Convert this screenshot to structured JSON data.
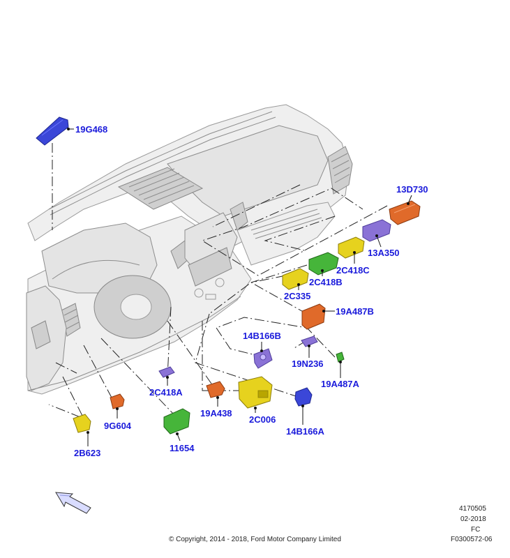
{
  "callouts": {
    "p19G468": "19G468",
    "p13D730": "13D730",
    "p13A350": "13A350",
    "p2C418C": "2C418C",
    "p2C418B": "2C418B",
    "p2C335": "2C335",
    "p19A487B": "19A487B",
    "p14B166B": "14B166B",
    "p19N236": "19N236",
    "p19A487A": "19A487A",
    "p2C418A": "2C418A",
    "p19A438": "19A438",
    "p2C006": "2C006",
    "p14B166A": "14B166A",
    "p9G604": "9G604",
    "p11654": "11654",
    "p2B623": "2B623"
  },
  "footer": {
    "copyright": "© Copyright, 2014 - 2018, Ford Motor Company Limited",
    "doc_number": "4170505",
    "date": "02-2018",
    "code": "FC",
    "figure_id": "F0300572-06"
  },
  "colors": {
    "callout_text": "#1a1adb",
    "blue_part": "#3b47d8",
    "orange_part": "#e06a2a",
    "yellow_part": "#e6d21e",
    "green_part": "#46b53a",
    "purple_part": "#8a72d6"
  },
  "icons": {
    "direction_arrow": "arrow-icon"
  }
}
